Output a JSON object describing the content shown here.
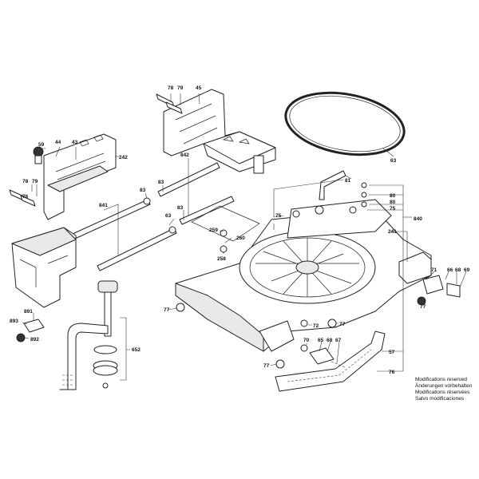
{
  "callouts": {
    "c78a": "78",
    "c79a": "79",
    "c45": "45",
    "c59": "59",
    "c44": "44",
    "c43": "43",
    "c242": "242",
    "c78b": "78",
    "c76": "76",
    "c79b": "79",
    "c842": "842",
    "c83a": "83",
    "c83b": "83",
    "c841": "841",
    "c63a": "63",
    "c259": "259",
    "c260": "260",
    "c258": "258",
    "c63b": "63",
    "c81": "81",
    "c80a": "80",
    "c80b": "80",
    "c75a": "75",
    "c75b": "75",
    "c840": "840",
    "c241": "241",
    "c71": "71",
    "c66": "66",
    "c68a": "68",
    "c69": "69",
    "c77a": "77",
    "c77b": "77",
    "c77c": "77",
    "c77d": "77",
    "c72": "72",
    "c70": "70",
    "c65": "65",
    "c68b": "68",
    "c67": "67",
    "c57": "57",
    "c76b": "76",
    "c891": "891",
    "c893": "893",
    "c892": "892",
    "c652": "652"
  },
  "notes": {
    "line1": "Modifications reserved",
    "line2": "Änderungen vorbehalten",
    "line3": "Modifications réservées",
    "line4": "Salvo modificaciones"
  }
}
